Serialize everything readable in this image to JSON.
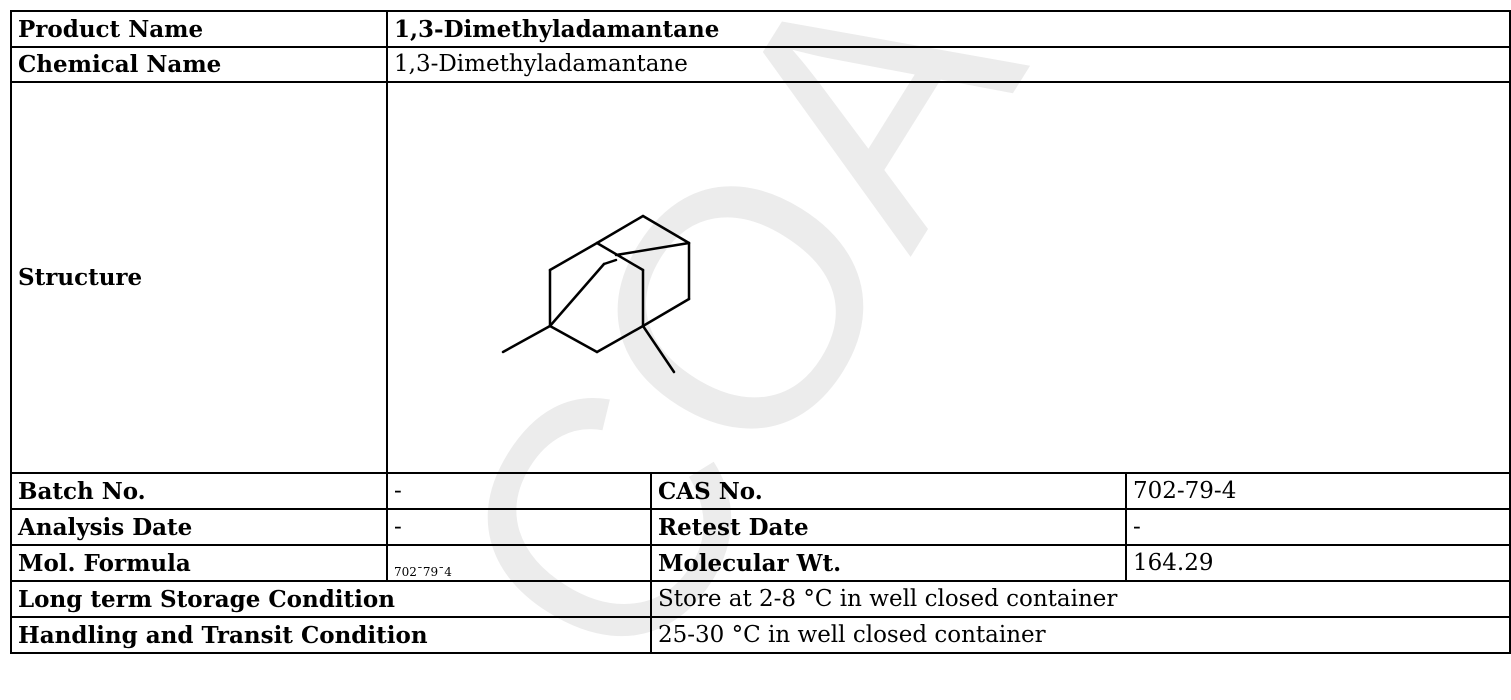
{
  "watermark": "COA",
  "rows": {
    "product_name": {
      "label": "Product Name",
      "value": "1,3-Dimethyladamantane"
    },
    "chemical_name": {
      "label": "Chemical Name",
      "value": "1,3-Dimethyladamantane"
    },
    "structure": {
      "label": "Structure"
    },
    "batch_no": {
      "label": "Batch No.",
      "value": "-"
    },
    "cas_no": {
      "label": "CAS No.",
      "value": "702-79-4"
    },
    "analysis_date": {
      "label": "Analysis Date",
      "value": "-"
    },
    "retest_date": {
      "label": "Retest Date",
      "value": "-"
    },
    "mol_formula": {
      "label": "Mol. Formula",
      "value": "702¯79¯4"
    },
    "molecular_wt": {
      "label": "Molecular Wt.",
      "value": "164.29"
    },
    "long_term_storage": {
      "label": "Long term Storage Condition",
      "value": "Store at 2-8 °C in well closed container"
    },
    "handling_transit": {
      "label": "Handling and Transit Condition",
      "value": "25-30 °C in well closed container"
    }
  }
}
